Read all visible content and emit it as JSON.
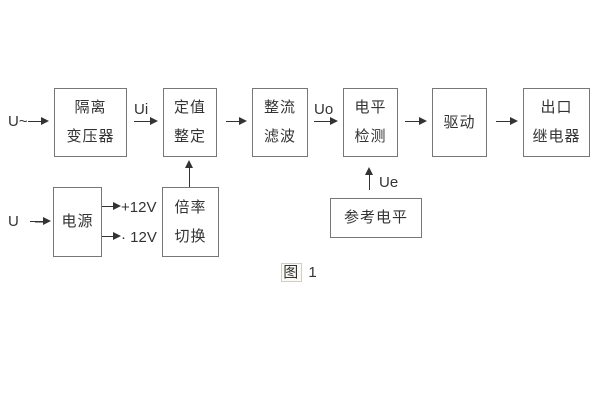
{
  "figure": {
    "caption_figure_char": "图",
    "caption_number": "1",
    "inputs": {
      "ac_label": "U~",
      "dc_label": "U –"
    },
    "signal_labels": {
      "ui": "Ui",
      "uo": "Uo",
      "ue": "Ue"
    },
    "power_rails": {
      "positive": "+12V",
      "negative": "· 12V"
    },
    "blocks": {
      "isolation_transformer": {
        "line1": "隔离",
        "line2": "变压器"
      },
      "setting_adjust": {
        "line1": "定值",
        "line2": "整定"
      },
      "rectify_filter": {
        "line1": "整流",
        "line2": "滤波"
      },
      "level_detect": {
        "line1": "电平",
        "line2": "检测"
      },
      "drive": {
        "label": "驱动"
      },
      "output_relay": {
        "line1": "出口",
        "line2": "继电器"
      },
      "power_supply": {
        "label": "电源"
      },
      "ratio_switch": {
        "line1": "倍率",
        "line2": "切换"
      },
      "reference_level": {
        "label": "参考电平"
      }
    },
    "colors": {
      "background": "#ffffff",
      "box_border": "#777777",
      "text": "#333333",
      "arrow": "#333333"
    }
  }
}
